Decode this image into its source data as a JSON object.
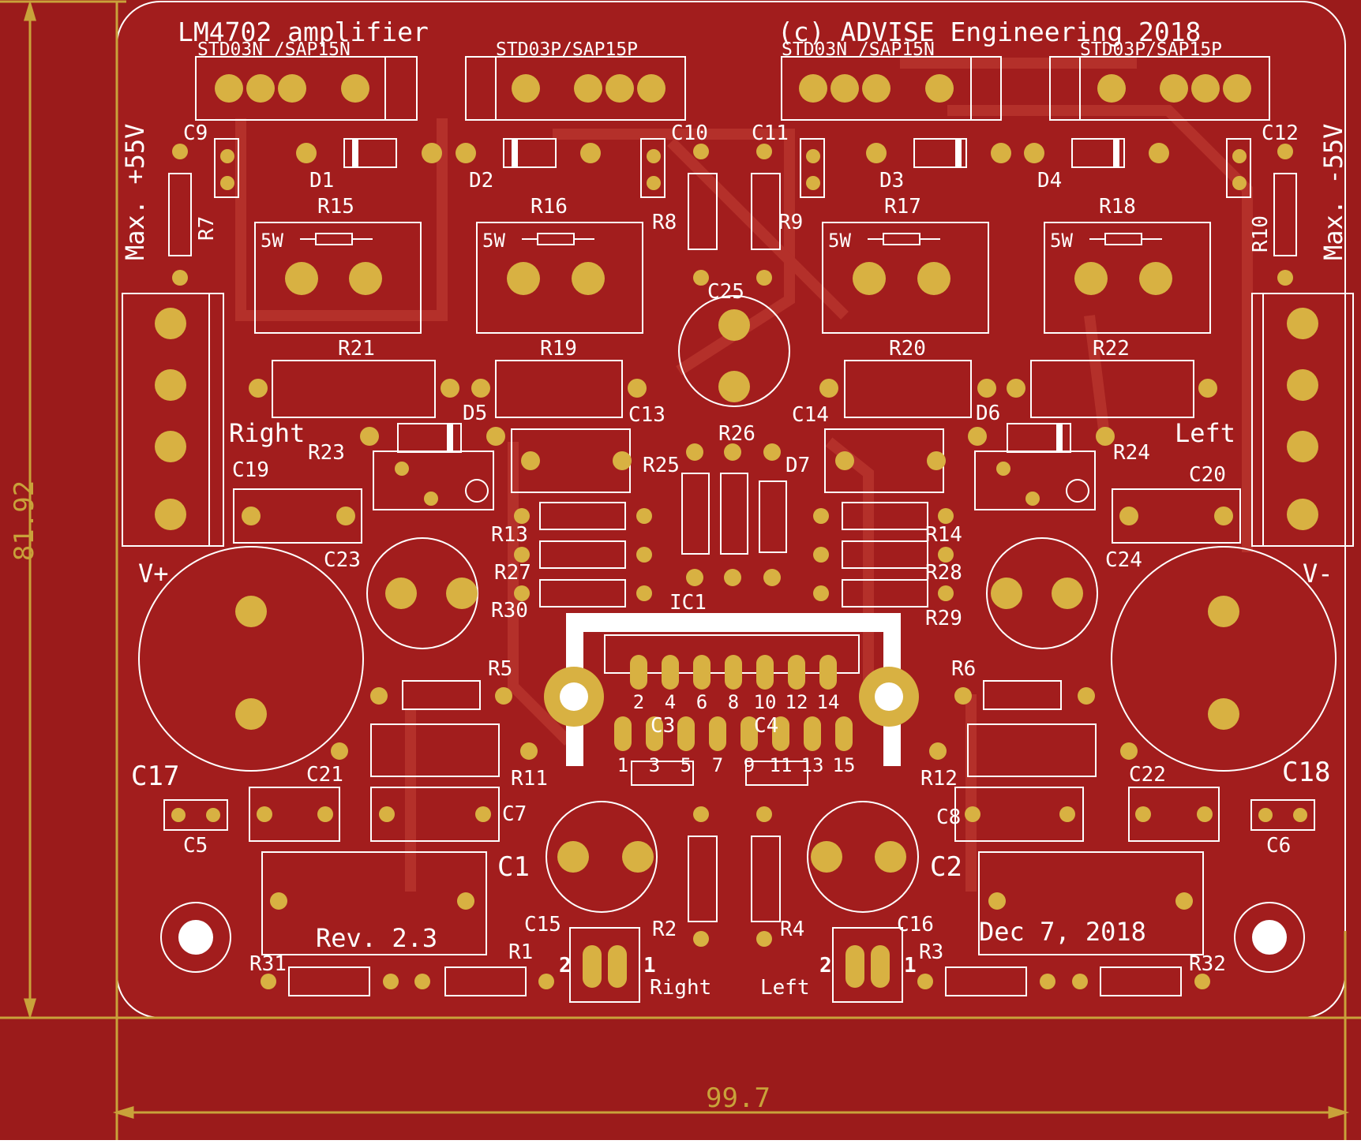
{
  "board": {
    "title_left": "LM4702 amplifier",
    "title_right": "(c) ADVISE Engineering 2018",
    "revision": "Rev. 2.3",
    "date": "Dec 7, 2018",
    "dim_width": "99.7",
    "dim_height": "81.92",
    "colors": {
      "board": "#a21d1d",
      "outer": "#9b1b1b",
      "trace": "#b4302a",
      "silk": "#ffffff",
      "copper": "#d8b142",
      "dimension": "#c9a23a",
      "hole": "#ffffff"
    }
  },
  "power_labels": {
    "pos_max": "Max. +55V",
    "neg_max": "Max. -55V",
    "vplus": "V+",
    "vminus": "V-",
    "right": "Right",
    "left": "Left"
  },
  "transistors": [
    "STD03N /SAP15N",
    "STD03P/SAP15P",
    "STD03N /SAP15N",
    "STD03P/SAP15P"
  ],
  "diodes": [
    "D1",
    "D2",
    "D3",
    "D4",
    "D5",
    "D6",
    "D7"
  ],
  "five_w": "5W",
  "big_resistors_top": [
    "R15",
    "R16",
    "R17",
    "R18"
  ],
  "resistors_mid": [
    "R21",
    "R19",
    "R20",
    "R22"
  ],
  "caps_small": [
    "C9",
    "C10",
    "C11",
    "C12",
    "C13",
    "C14",
    "C19",
    "C20",
    "C21",
    "C22",
    "C5",
    "C6",
    "C7",
    "C8",
    "C15",
    "C16",
    "C17",
    "C18"
  ],
  "electrolytics": [
    "C25",
    "C23",
    "C24",
    "C1",
    "C2"
  ],
  "resistor_labels": [
    "R7",
    "R8",
    "R9",
    "R10",
    "R23",
    "R24",
    "R25",
    "R26",
    "R13",
    "R14",
    "R27",
    "R28",
    "R30",
    "R29",
    "R5",
    "R6",
    "R11",
    "R12",
    "R2",
    "R4",
    "R1",
    "R3",
    "R31",
    "R32"
  ],
  "ic": {
    "name": "IC1",
    "pins_top": [
      "2",
      "4",
      "6",
      "8",
      "10",
      "12",
      "14"
    ],
    "pins_bottom": [
      "1",
      "3",
      "5",
      "7",
      "9",
      "11",
      "13",
      "15"
    ],
    "c3": "C3",
    "c4": "C4"
  },
  "connector_pins": [
    "2",
    "1"
  ],
  "input_labels": [
    "Right",
    "Left"
  ]
}
